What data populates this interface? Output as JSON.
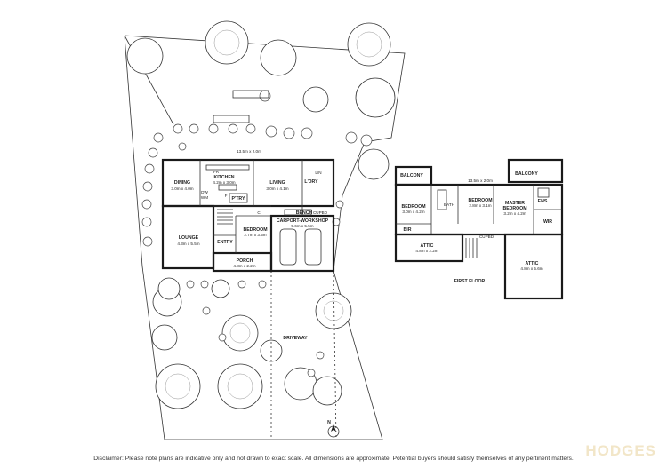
{
  "ground_floor": {
    "overall_dim": "13.5m x 2.0m",
    "rooms": {
      "dining": {
        "name": "DINING",
        "dim": "3.0m x 4.0m"
      },
      "kitchen": {
        "name": "KITCHEN",
        "dim": "4.2m x 3.0m"
      },
      "living": {
        "name": "LIVING",
        "dim": "3.0m x 4.1m"
      },
      "ldry": {
        "name": "L'DRY"
      },
      "ptry": {
        "name": "P'TRY"
      },
      "lounge": {
        "name": "LOUNGE",
        "dim": "4.3m x 5.5m"
      },
      "entry": {
        "name": "ENTRY"
      },
      "bedroom": {
        "name": "BEDROOM",
        "dim": "2.7m x 3.5m"
      },
      "porch": {
        "name": "PORCH",
        "dim": "4.8m x 2.2m"
      },
      "carport": {
        "name": "CARPORT-WORKSHOP",
        "dim": "5.6m x 5.5m"
      },
      "bench": {
        "name": "BENCH"
      },
      "cupbd": {
        "name": "CUPBD"
      },
      "closet": {
        "name": "C"
      }
    },
    "small_labels": {
      "fr": "FR",
      "dw": "DW",
      "wm": "WM",
      "f": "F",
      "ln": "L/N"
    }
  },
  "first_floor": {
    "title": "FIRST FLOOR",
    "overall_dim": "13.5m x 2.0m",
    "rooms": {
      "balcony_left": {
        "name": "BALCONY"
      },
      "balcony_right": {
        "name": "BALCONY"
      },
      "bedroom_left": {
        "name": "BEDROOM",
        "dim": "3.0m x 4.2m"
      },
      "bath": {
        "name": "BATH"
      },
      "bedroom_mid": {
        "name": "BEDROOM",
        "dim": "2.8m x 3.1m"
      },
      "master": {
        "name": "MASTER",
        "name2": "BEDROOM",
        "dim": "3.2m x 4.2m"
      },
      "ens": {
        "name": "ENS"
      },
      "wir": {
        "name": "WIR"
      },
      "bir": {
        "name": "BIR"
      },
      "attic_left": {
        "name": "ATTIC",
        "dim": "4.8m x 2.2m"
      },
      "attic_right": {
        "name": "ATTIC",
        "dim": "4.8m x 5.6m"
      },
      "cupbd": {
        "name": "CUPBD"
      }
    }
  },
  "site": {
    "driveway": "DRIVEWAY",
    "north": "N"
  },
  "disclaimer": "Disclaimer: Please note plans are indicative only and not drawn to exact scale. All dimensions are approximate. Potential buyers should satisfy themselves of any pertinent matters.",
  "brand": "HODGES"
}
